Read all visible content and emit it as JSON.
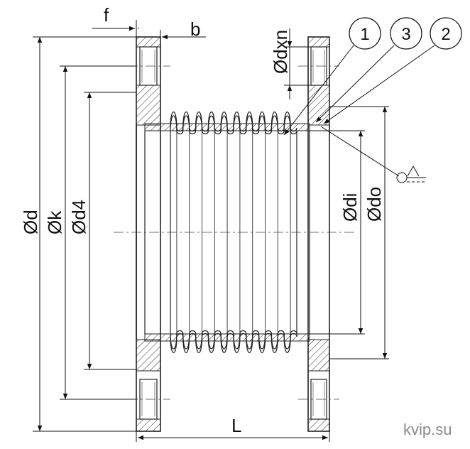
{
  "dimensions": {
    "f": "f",
    "b": "b",
    "dxn": "Ødxn",
    "d": "Ød",
    "k": "Øk",
    "d4": "Ød4",
    "di": "Ødi",
    "do": "Ødo",
    "L": "L"
  },
  "callouts": [
    "1",
    "3",
    "2"
  ],
  "watermark": "kvip.su"
}
